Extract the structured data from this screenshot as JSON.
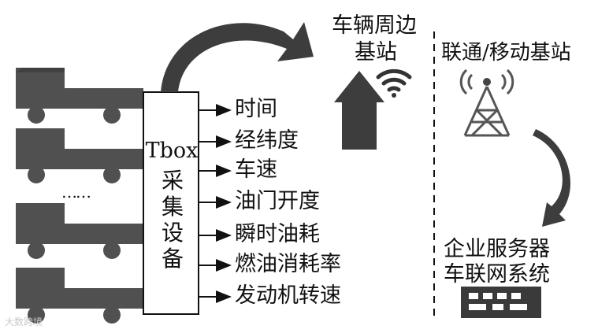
{
  "tbox": {
    "title": "Tbox",
    "chars": [
      "采",
      "集",
      "设",
      "备"
    ]
  },
  "ellipsis": "……",
  "parameters": [
    "时间",
    "经纬度",
    "车速",
    "油门开度",
    "瞬时油耗",
    "燃油消耗率",
    "发动机转速"
  ],
  "base_station": {
    "line1": "车辆周边",
    "line2": "基站"
  },
  "carrier_station": "联通/移动基站",
  "server": {
    "line1": "企业服务器",
    "line2": "车联网系统"
  },
  "watermark": "大数跨境",
  "colors": {
    "dark_fill": "#4a4a4a",
    "truck_fill": "#505050",
    "line": "#111111"
  },
  "icons": [
    "truck-icon",
    "wifi-icon",
    "radio-tower-icon",
    "server-rack-icon",
    "curved-arrow-icon",
    "up-arrow-icon"
  ]
}
